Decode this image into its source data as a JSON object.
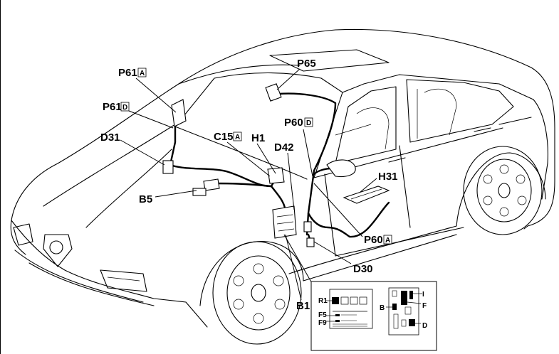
{
  "colors": {
    "line": "#000000",
    "background": "#ffffff",
    "fill_grey": "#c9c9c9"
  },
  "labels": {
    "P61A": "P61",
    "P61D": "P61",
    "P65": "P65",
    "D31": "D31",
    "C15A": "C15",
    "H1": "H1",
    "P60D": "P60",
    "D42": "D42",
    "H31": "H31",
    "B5": "B5",
    "P60A": "P60",
    "D30": "D30",
    "B1": "B1"
  },
  "suffix_tags": {
    "P61A": "A",
    "P61D": "D",
    "C15A": "A",
    "P60D": "D",
    "P60A": "A"
  },
  "inset_left": {
    "R1": "R1",
    "F5": "F5",
    "F9": "F9"
  },
  "inset_right": {
    "I": "I",
    "B": "B",
    "F": "F",
    "D": "D"
  }
}
